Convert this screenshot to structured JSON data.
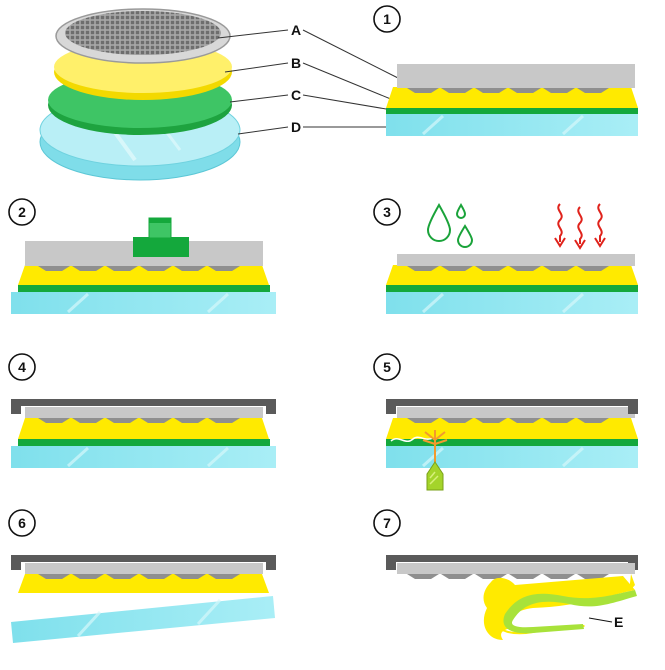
{
  "layer_labels": [
    "A",
    "B",
    "C",
    "D"
  ],
  "extra_label": "E",
  "steps": [
    "1",
    "2",
    "3",
    "4",
    "5",
    "6",
    "7"
  ],
  "colors": {
    "grey_layer": "#c8c8c8",
    "grey_border": "#8a8a8a",
    "yellow": "#ffea00",
    "yellow_light": "#fff36a",
    "green": "#14a83c",
    "green_light": "#3ec060",
    "glass": "#86e3ee",
    "glass_light": "#c5f3f8",
    "dark_frame": "#5a5a5a",
    "drop_green": "#1aa33a",
    "heat_red": "#e0221b",
    "needle_green": "#a4d42a",
    "orange": "#f29a2e"
  },
  "icons": [
    "water-drop-icon",
    "heat-wave-icon",
    "needle-icon",
    "weight-icon"
  ]
}
